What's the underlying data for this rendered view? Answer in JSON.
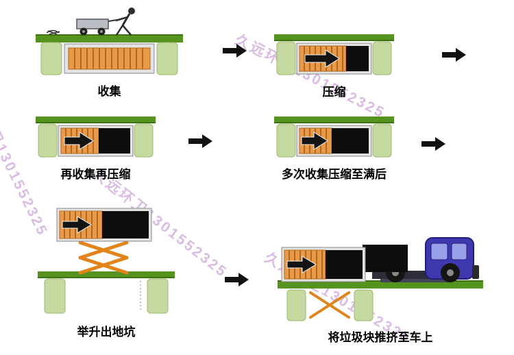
{
  "watermark": {
    "text": "久远环卫1301552325",
    "color": "#bb84cc"
  },
  "stages": [
    {
      "label": "收集"
    },
    {
      "label": "压缩"
    },
    {
      "label": "再收集再压缩"
    },
    {
      "label": "多次收集压缩至满后"
    },
    {
      "label": "举升出地坑"
    },
    {
      "label": "将垃圾块推挤至车上"
    }
  ],
  "colors": {
    "ground_green": "#55931e",
    "ground_edge_green": "#3c7212",
    "pit_wall_green": "#c5d9a0",
    "container_orange": "#e89a4a",
    "container_rib_orange": "#b06a1e",
    "scissor_orange": "#e0841c",
    "waste_black": "#0d0d0d",
    "truck_blue": "#3f37ae",
    "truck_window_blue": "#98a0e8",
    "flow_arrow_black": "#111111"
  }
}
